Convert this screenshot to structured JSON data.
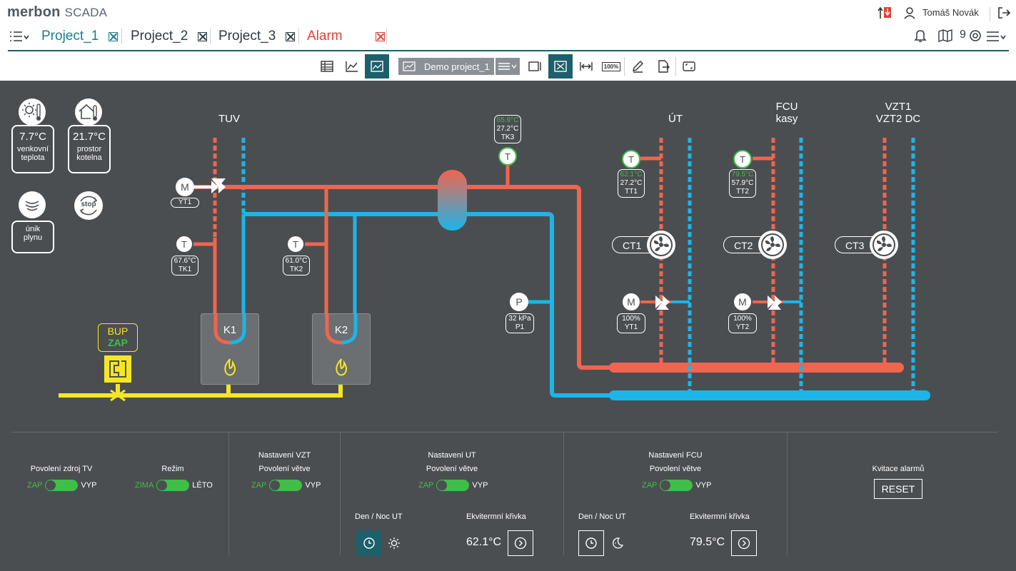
{
  "app": {
    "brand": "merbon",
    "product": "SCADA"
  },
  "user": {
    "name": "Tomáš Novák"
  },
  "tabs": [
    {
      "label": "Project_1"
    },
    {
      "label": "Project_2"
    },
    {
      "label": "Project_3"
    },
    {
      "label": "Alarm"
    }
  ],
  "header": {
    "notif_count": "9"
  },
  "toolbar": {
    "project_select": "Demo project_1",
    "zoom_label": "100%"
  },
  "scada": {
    "outdoor": {
      "value": "7.7°C",
      "label1": "venkovní",
      "label2": "teplota"
    },
    "boiler_room": {
      "value": "21.7°C",
      "label1": "prostor",
      "label2": "kotelna"
    },
    "gas_leak": {
      "label1": "únik",
      "label2": "plynu"
    },
    "stop_label": "stop",
    "section_tuv": "TUV",
    "section_ut": "ÚT",
    "section_fcu1": "FCU",
    "section_fcu2": "kasy",
    "section_vzt1": "VZT1",
    "section_vzt2": "VZT2 DC",
    "m_label": "M",
    "t_label": "T",
    "p_label": "P",
    "yt1": {
      "name": "YT1"
    },
    "tk1": {
      "value": "67.6°C",
      "name": "TK1"
    },
    "tk2": {
      "value": "61.0°C",
      "name": "TK2"
    },
    "tk3": {
      "setpoint": "65.9°C",
      "value": "27.2°C",
      "name": "TK3"
    },
    "tt1": {
      "setpoint": "62.1°C",
      "value": "27.2°C",
      "name": "TT1"
    },
    "tt2": {
      "setpoint": "79.5°C",
      "value": "57.9°C",
      "name": "TT2"
    },
    "p1": {
      "value": "32 kPa",
      "name": "P1"
    },
    "ut_valve": {
      "value": "100%",
      "name": "YT1"
    },
    "fcu_valve": {
      "value": "100%",
      "name": "YT2"
    },
    "ct1": "CT1",
    "ct2": "CT2",
    "ct3": "CT3",
    "k1": "K1",
    "k2": "K2",
    "bup": {
      "label": "BUP",
      "state": "ZAP"
    }
  },
  "controls": {
    "zdroj_tv": {
      "title": "Povolení zdroj TV",
      "on": "ZAP",
      "off": "VYP"
    },
    "rezim": {
      "title": "Režim",
      "on": "ZIMA",
      "off": "LÉTO"
    },
    "vzt": {
      "title1": "Nastavení VZT",
      "title2": "Povolení větve",
      "on": "ZAP",
      "off": "VYP"
    },
    "ut": {
      "title1": "Nastavení UT",
      "title2": "Povolení větve",
      "on": "ZAP",
      "off": "VYP",
      "daynight": "Den / Noc UT",
      "curve": "Ekvitermní křivka",
      "curve_value": "62.1°C"
    },
    "fcu": {
      "title1": "Nastavení FCU",
      "title2": "Povolení větve",
      "on": "ZAP",
      "off": "VYP",
      "daynight": "Den / Noc UT",
      "curve": "Ekvitermní křivka",
      "curve_value": "79.5°C"
    },
    "alarm": {
      "title": "Kvitace alarmů",
      "reset": "RESET"
    }
  },
  "colors": {
    "hot": "#f0654f",
    "cold": "#1cb5ea",
    "gas": "#f5e625",
    "accent": "#1d5f6b",
    "background": "#4b4e51",
    "enabled": "#3fbf48"
  }
}
